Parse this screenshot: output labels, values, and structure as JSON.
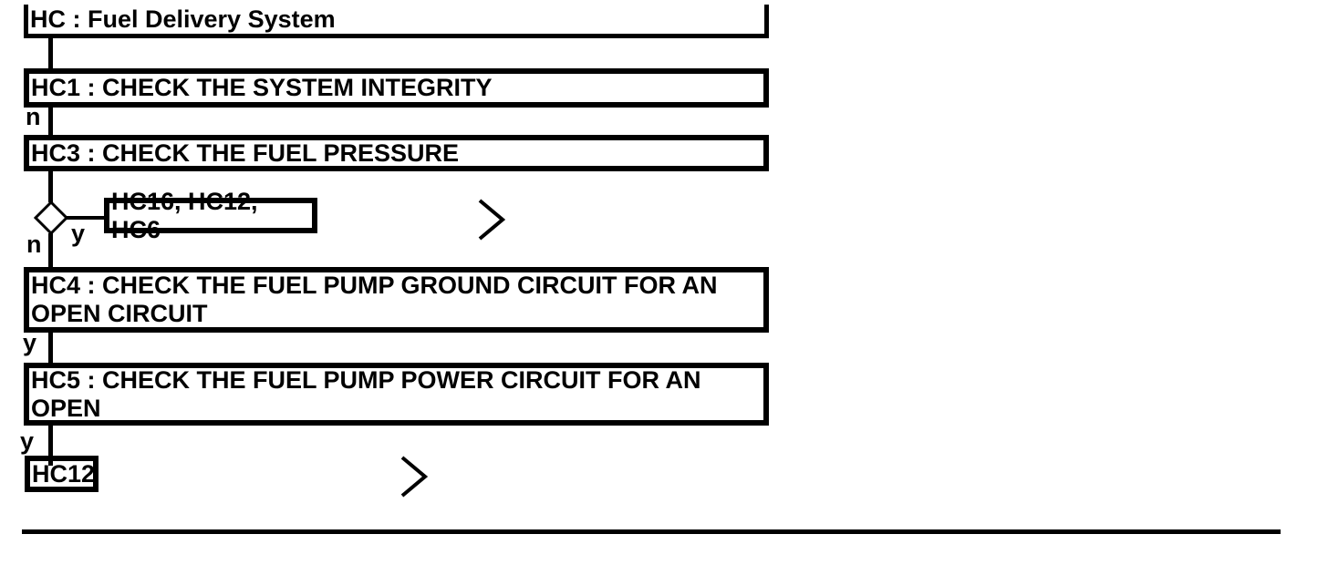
{
  "page": {
    "background_color": "#ffffff",
    "ink_color": "#000000",
    "kind": "diagnostic-flowchart"
  },
  "flowchart": {
    "nodes": {
      "hc": {
        "id": "HC",
        "label": "HC : Fuel Delivery System"
      },
      "hc1": {
        "id": "HC1",
        "label": "HC1 : CHECK THE SYSTEM INTEGRITY"
      },
      "hc3": {
        "id": "HC3",
        "label": "HC3 : CHECK THE FUEL PRESSURE"
      },
      "hc16": {
        "id": "HC16",
        "label": "HC16, HC12, HC6"
      },
      "hc4": {
        "id": "HC4",
        "label": "HC4 : CHECK THE FUEL PUMP GROUND CIRCUIT FOR AN OPEN CIRCUIT"
      },
      "hc5": {
        "id": "HC5",
        "label": "HC5 : CHECK THE FUEL PUMP POWER CIRCUIT FOR AN OPEN"
      },
      "hc12": {
        "id": "HC12",
        "label": "HC12"
      }
    },
    "edge_labels": {
      "hc1_no": "n",
      "diamond_yes": "y",
      "diamond_no": "n",
      "hc4_yes": "y",
      "hc5_yes": "y"
    },
    "icons": {
      "decision_diamond": "decision-diamond",
      "continuation_chevron": "chevron-right"
    }
  }
}
